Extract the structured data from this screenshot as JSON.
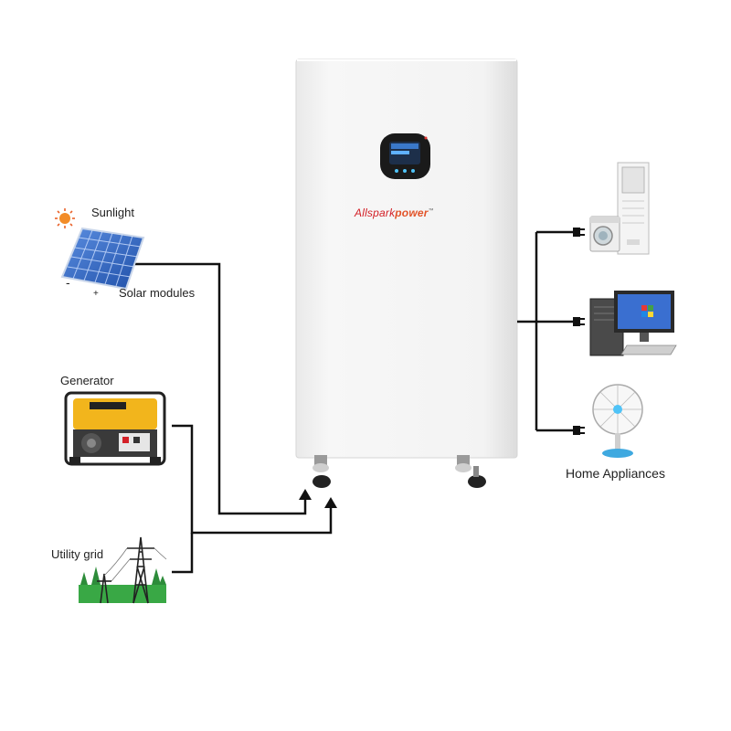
{
  "sources": {
    "sunlight": "Sunlight",
    "solar_modules": "Solar modules",
    "generator": "Generator",
    "utility_grid": "Utility grid"
  },
  "unit": {
    "brand_part1": "Allspark",
    "brand_part2": "power",
    "trademark": "™"
  },
  "loads": {
    "label": "Home Appliances"
  },
  "polarity": {
    "minus": "-",
    "plus": "+"
  },
  "colors": {
    "cabinet": "#f2f2f2",
    "line": "#111111",
    "brand_red": "#d32027",
    "solar_blue": "#2f5fb8",
    "generator_yellow": "#f2b51c"
  },
  "icons": [
    "sun-icon",
    "solar-panel-icon",
    "generator-icon",
    "power-tower-icon",
    "air-conditioner-icon",
    "washing-machine-icon",
    "computer-icon",
    "fan-icon",
    "plug-icon"
  ]
}
